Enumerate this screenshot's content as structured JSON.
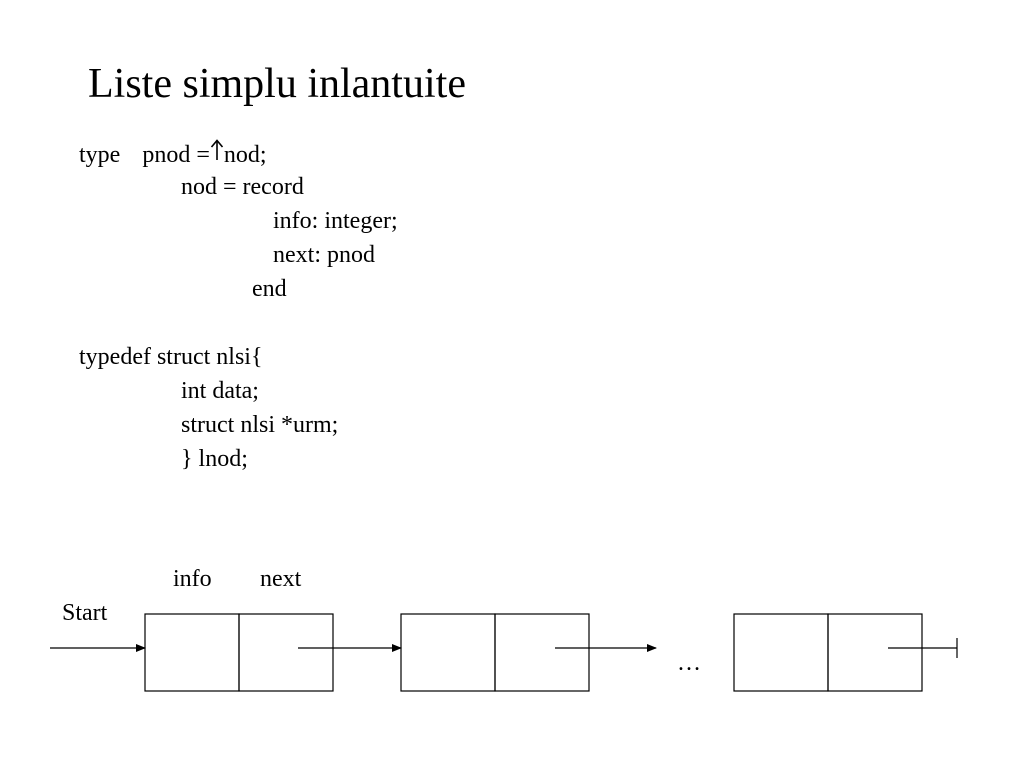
{
  "title": "Liste simplu inlantuite",
  "pascal": {
    "type_kw": "type",
    "line1_a": "pnod =",
    "line1_b": "nod;",
    "line2": "nod = record",
    "line3": "info: integer;",
    "line4": "next: pnod",
    "line5": "end"
  },
  "c_code": {
    "line1": "typedef struct nlsi{",
    "line2": "int data;",
    "line3": "struct nlsi *urm;",
    "line4": "} lnod;"
  },
  "diagram": {
    "field_info": "info",
    "field_next": "next",
    "start_label": "Start",
    "ellipsis": "…",
    "node_count": 3
  }
}
